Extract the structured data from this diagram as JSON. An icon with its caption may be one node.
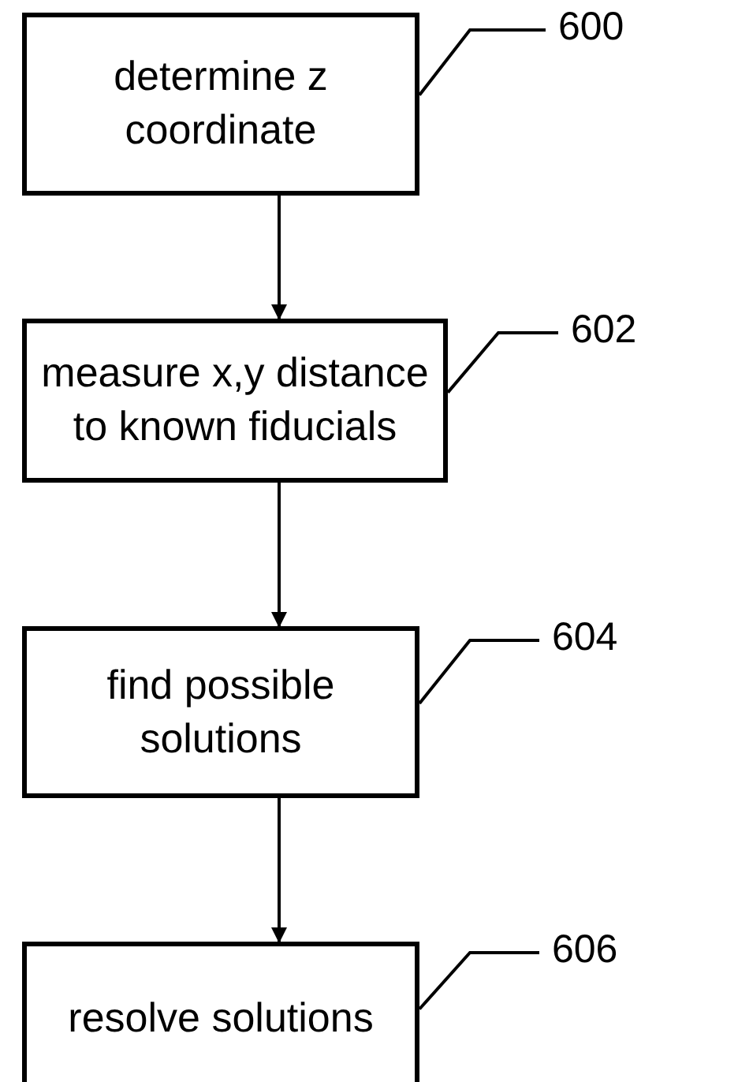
{
  "diagram": {
    "nodes": [
      {
        "text": [
          "determine z coordinate"
        ]
      },
      {
        "text": [
          "600"
        ]
      },
      {
        "text": [
          "measure x,y distance to known fiducials"
        ]
      },
      {
        "text": [
          "602"
        ]
      },
      {
        "text": [
          "find possible solutions"
        ]
      },
      {
        "text": [
          "604"
        ]
      },
      {
        "text": [
          "resolve solutions"
        ]
      },
      {
        "text": [
          "606"
        ]
      }
    ],
    "edges": [
      {
        "from": 1,
        "to": 0,
        "arrow": "none"
      },
      {
        "from": 0,
        "to": 2,
        "arrow": "to"
      },
      {
        "from": 3,
        "to": 2,
        "arrow": "none"
      },
      {
        "from": 2,
        "to": 4,
        "arrow": "to"
      },
      {
        "from": 5,
        "to": 4,
        "arrow": "none"
      },
      {
        "from": 4,
        "to": 6,
        "arrow": "to"
      },
      {
        "from": 7,
        "to": 6,
        "arrow": "none"
      }
    ]
  }
}
